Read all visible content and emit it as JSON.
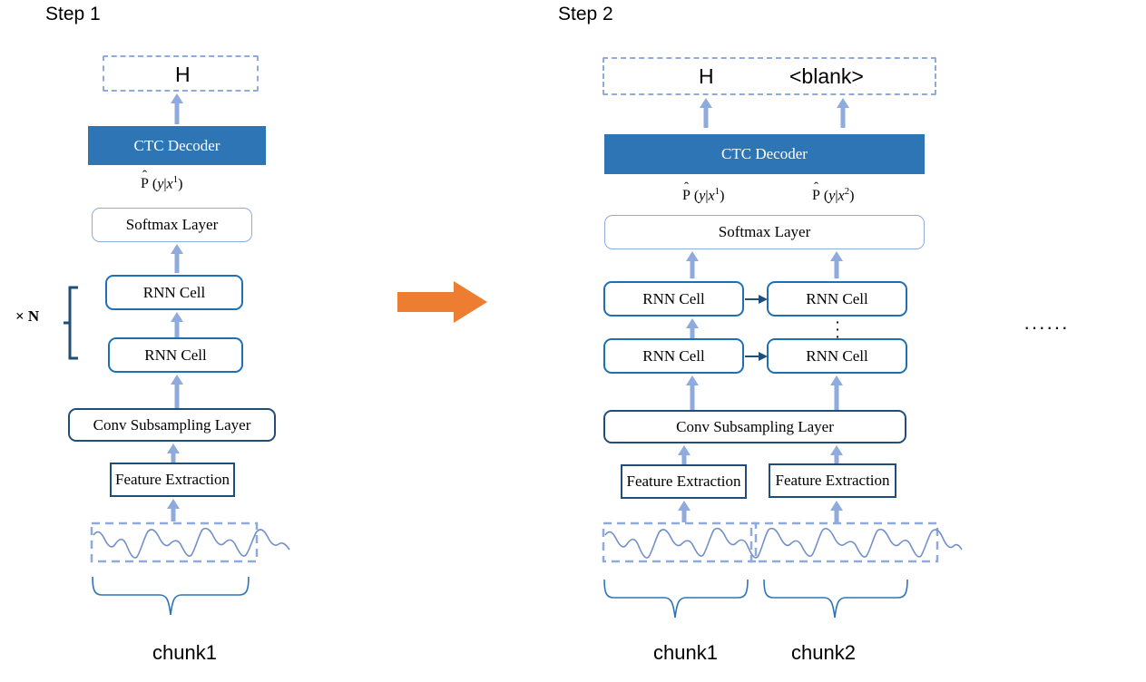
{
  "figure": {
    "background": "#ffffff",
    "colors": {
      "ctc_fill": "#2E75B6",
      "light_blue": "#8FAADC",
      "rnn_border": "#1F6FB5",
      "dark_navy": "#1F4E79",
      "orange_arrow": "#ED7D31",
      "brace": "#2E75B6",
      "waveform": "#7391C8"
    }
  },
  "step1": {
    "title": "Step 1",
    "output_box": {
      "tokens": [
        "H"
      ]
    },
    "ctc_decoder": "CTC Decoder",
    "prob_labels": [
      {
        "p": "P",
        "hat": "^",
        "args": "y",
        "cond": "x",
        "sup": "1"
      }
    ],
    "softmax": "Softmax Layer",
    "rnn_cells": [
      "RNN Cell",
      "RNN Cell"
    ],
    "repeat_label": "× N",
    "conv": "Conv Subsampling Layer",
    "feature_extraction": [
      "Feature Extraction"
    ],
    "chunks": [
      "chunk1"
    ]
  },
  "transition": {
    "arrow": "right-arrow",
    "color": "#ED7D31"
  },
  "step2": {
    "title": "Step 2",
    "output_box": {
      "tokens": [
        "H",
        "<blank>"
      ]
    },
    "ctc_decoder": "CTC Decoder",
    "prob_labels": [
      {
        "p": "P",
        "hat": "^",
        "args": "y",
        "cond": "x",
        "sup": "1"
      },
      {
        "p": "P",
        "hat": "^",
        "args": "y",
        "cond": "x",
        "sup": "2"
      }
    ],
    "softmax": "Softmax Layer",
    "rnn_grid": [
      [
        "RNN Cell",
        "RNN Cell"
      ],
      [
        "RNN Cell",
        "RNN Cell"
      ]
    ],
    "vertical_ellipsis": "⋮",
    "conv": "Conv Subsampling Layer",
    "feature_extraction": [
      "Feature Extraction",
      "Feature Extraction"
    ],
    "chunks": [
      "chunk1",
      "chunk2"
    ],
    "continuation_dots": "······"
  }
}
